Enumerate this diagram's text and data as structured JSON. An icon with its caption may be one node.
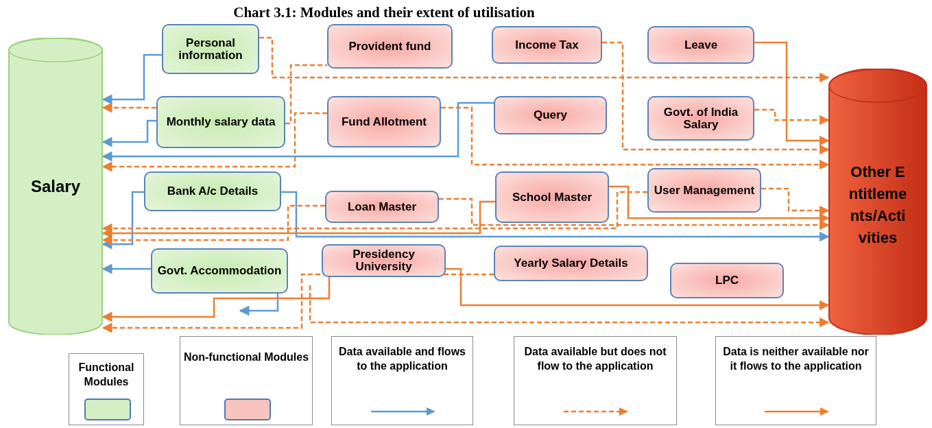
{
  "diagram": {
    "title": "Chart 3.1: Modules and their extent of utilisation",
    "nodes": [
      {
        "text": [
          "Salary"
        ]
      },
      {
        "text": [
          "Other Entitlements/Activities"
        ]
      },
      {
        "text": [
          "Personal information"
        ]
      },
      {
        "text": [
          "Provident fund"
        ]
      },
      {
        "text": [
          "Income Tax"
        ]
      },
      {
        "text": [
          "Leave"
        ]
      },
      {
        "text": [
          "Monthly salary data"
        ]
      },
      {
        "text": [
          "Fund Allotment"
        ]
      },
      {
        "text": [
          "Query"
        ]
      },
      {
        "text": [
          "Govt. of India Salary"
        ]
      },
      {
        "text": [
          "Bank A/c Details"
        ]
      },
      {
        "text": [
          "Loan Master"
        ]
      },
      {
        "text": [
          "School Master"
        ]
      },
      {
        "text": [
          "User Management"
        ]
      },
      {
        "text": [
          "Govt. Accommodation"
        ]
      },
      {
        "text": [
          "Presidency University"
        ]
      },
      {
        "text": [
          "Yearly Salary Details"
        ]
      },
      {
        "text": [
          "LPC"
        ]
      }
    ],
    "edges": [
      {
        "from": 2,
        "to": 0,
        "arrow": "to",
        "color": "#5b9bd5"
      },
      {
        "from": 2,
        "to": 1,
        "arrow": "to",
        "style": "dashed"
      },
      {
        "from": 6,
        "to": 0,
        "arrow": "to",
        "style": "dashed"
      },
      {
        "from": 6,
        "to": 0,
        "arrow": "to",
        "color": "#5b9bd5"
      },
      {
        "from": 6,
        "to": 3,
        "arrow": "none",
        "style": "dashed"
      },
      {
        "from": 7,
        "to": 0,
        "arrow": "to",
        "style": "dashed"
      },
      {
        "from": 8,
        "to": 0,
        "arrow": "to",
        "color": "#5b9bd5"
      },
      {
        "from": 7,
        "to": 1,
        "arrow": "to",
        "style": "dashed"
      },
      {
        "from": 4,
        "to": 1,
        "arrow": "to",
        "style": "dashed"
      },
      {
        "from": 5,
        "to": 1,
        "arrow": "to"
      },
      {
        "from": 9,
        "to": 1,
        "arrow": "to",
        "style": "dashed"
      },
      {
        "from": 10,
        "to": 0,
        "arrow": "to",
        "color": "#5b9bd5"
      },
      {
        "from": 10,
        "to": 1,
        "arrow": "to",
        "color": "#5b9bd5"
      },
      {
        "from": 11,
        "to": 0,
        "arrow": "to",
        "style": "dashed"
      },
      {
        "from": 12,
        "to": 0,
        "arrow": "to"
      },
      {
        "from": 12,
        "to": 1,
        "arrow": "to"
      },
      {
        "from": 11,
        "to": 1,
        "arrow": "to",
        "style": "dashed"
      },
      {
        "from": 13,
        "to": 0,
        "arrow": "to",
        "style": "dashed"
      },
      {
        "from": 13,
        "to": 1,
        "arrow": "to",
        "style": "dashed"
      },
      {
        "from": 14,
        "to": 0,
        "arrow": "to",
        "color": "#5b9bd5"
      },
      {
        "from": 14,
        "to": null,
        "arrow": "to",
        "color": "#5b9bd5"
      },
      {
        "from": 15,
        "to": 1,
        "arrow": "to"
      },
      {
        "from": 16,
        "to": 0,
        "arrow": "to",
        "style": "dashed"
      },
      {
        "from": 15,
        "to": 0,
        "arrow": "to"
      },
      {
        "from": null,
        "to": 1,
        "arrow": "to",
        "style": "dashed"
      }
    ],
    "legend": [
      {
        "text": "Functional Modules",
        "color": "#d4efc4"
      },
      {
        "text": "Non-functional Modules",
        "color": "#f9c4c0"
      },
      {
        "text": "Data available and flows to the application"
      },
      {
        "text": "Data available but does not flow to the application"
      },
      {
        "text": "Data is neither available nor it flows to the application"
      }
    ]
  }
}
